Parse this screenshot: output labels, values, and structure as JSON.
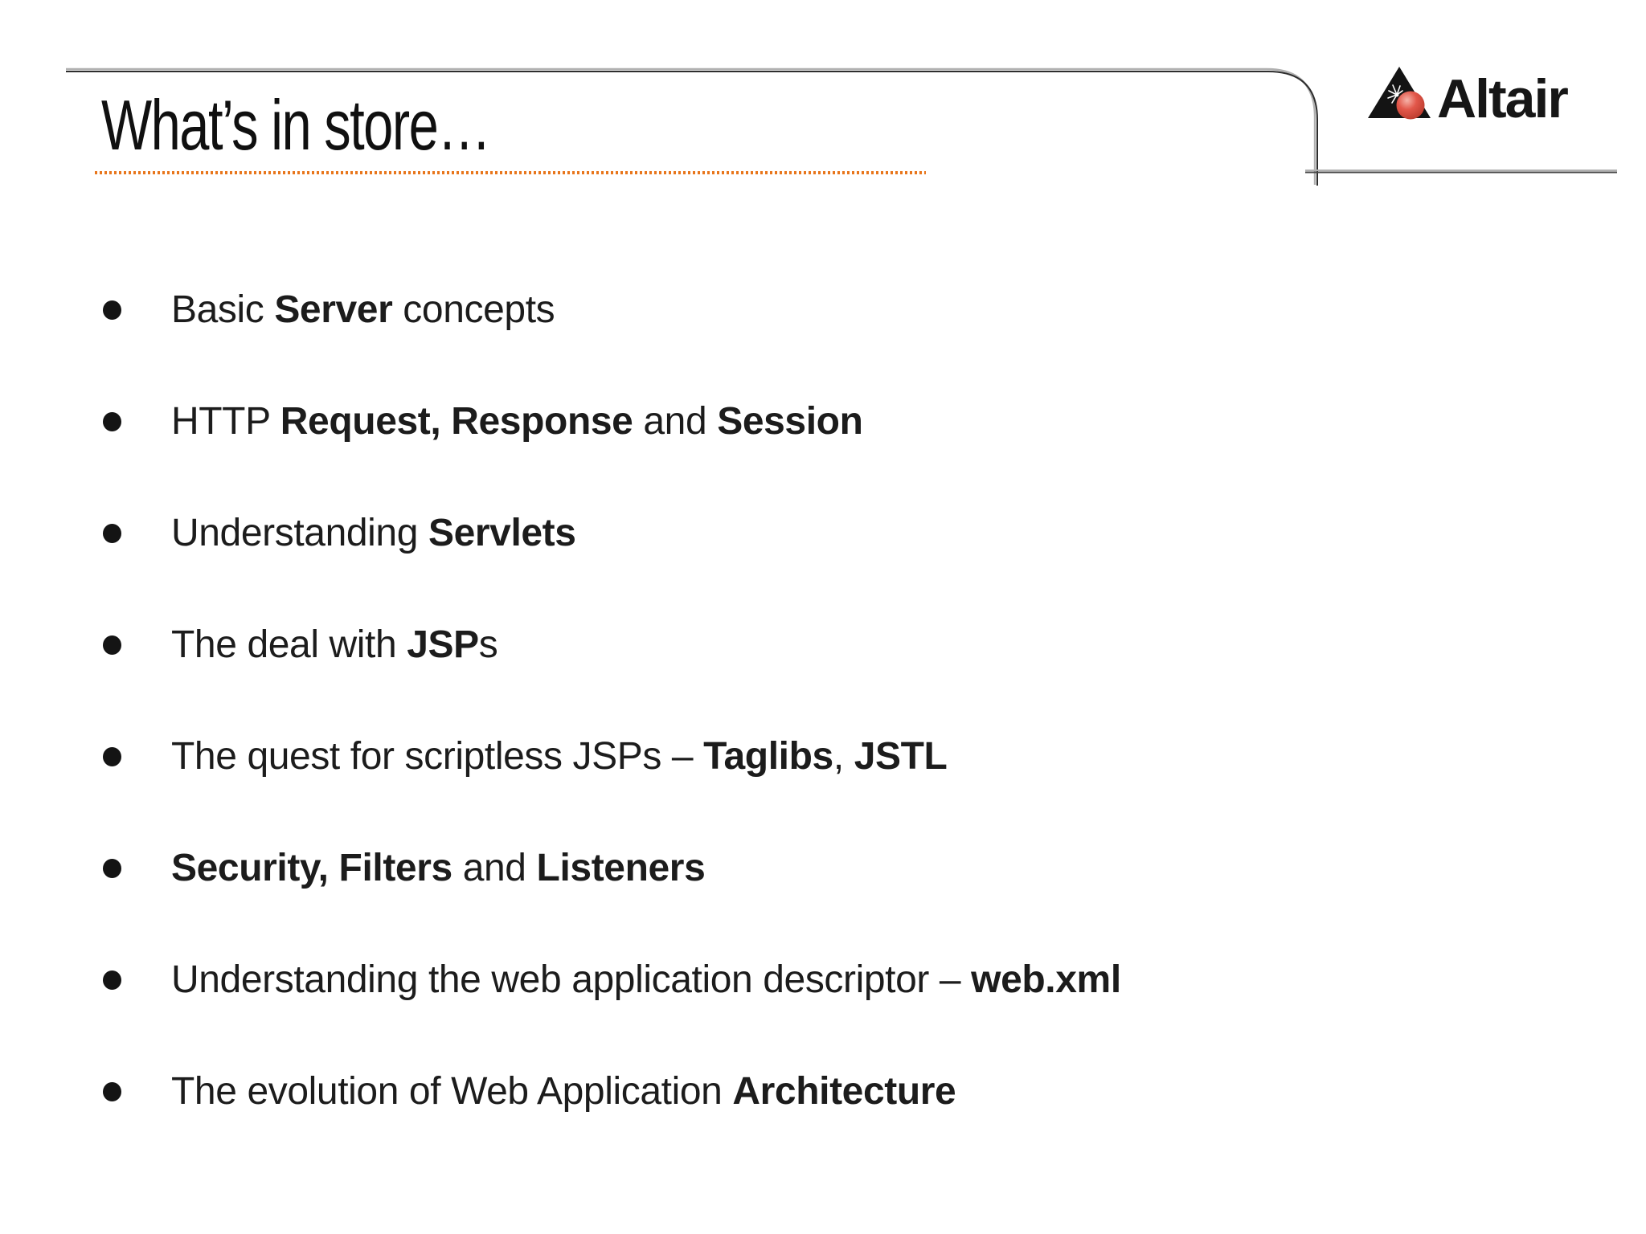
{
  "slide": {
    "title": "What’s in store…",
    "logo": {
      "text": "Altair"
    },
    "bullets": [
      {
        "runs": [
          {
            "t": "Basic ",
            "bold": false
          },
          {
            "t": "Server",
            "bold": true
          },
          {
            "t": " concepts",
            "bold": false
          }
        ]
      },
      {
        "runs": [
          {
            "t": "HTTP ",
            "bold": false
          },
          {
            "t": "Request, Response",
            "bold": true
          },
          {
            "t": " and ",
            "bold": false
          },
          {
            "t": "Session",
            "bold": true
          }
        ]
      },
      {
        "runs": [
          {
            "t": "Understanding ",
            "bold": false
          },
          {
            "t": "Servlets",
            "bold": true
          }
        ]
      },
      {
        "runs": [
          {
            "t": "The deal with ",
            "bold": false
          },
          {
            "t": "JSP",
            "bold": true
          },
          {
            "t": "s",
            "bold": false
          }
        ]
      },
      {
        "runs": [
          {
            "t": "The quest for scriptless JSPs – ",
            "bold": false
          },
          {
            "t": "Taglibs",
            "bold": true
          },
          {
            "t": ", ",
            "bold": false
          },
          {
            "t": "JSTL",
            "bold": true
          }
        ]
      },
      {
        "runs": [
          {
            "t": "Security, Filters",
            "bold": true
          },
          {
            "t": " and ",
            "bold": false
          },
          {
            "t": "Listeners",
            "bold": true
          }
        ]
      },
      {
        "runs": [
          {
            "t": "Understanding the web application descriptor – ",
            "bold": false
          },
          {
            "t": "web.xml",
            "bold": true
          }
        ]
      },
      {
        "runs": [
          {
            "t": "The evolution of Web Application ",
            "bold": false
          },
          {
            "t": "Architecture",
            "bold": true
          }
        ]
      }
    ],
    "colors": {
      "accent_orange": "#e8761c",
      "logo_red": "#d94a38",
      "rule_dark": "#2e2e2e",
      "rule_light": "#b0b0b0",
      "text": "#1c1c1c"
    }
  }
}
